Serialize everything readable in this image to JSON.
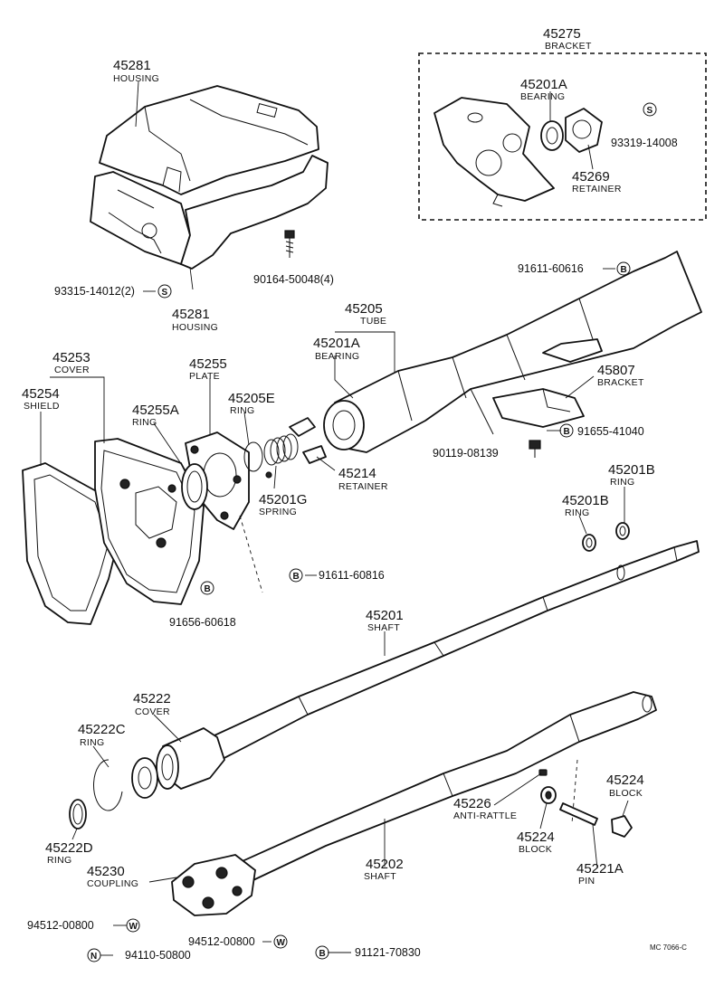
{
  "diagram_code": "MC 7066-C",
  "parts": [
    {
      "number": "45281",
      "name": "HOUSING"
    },
    {
      "number": "45281",
      "name": "HOUSING"
    },
    {
      "number": "45275",
      "name": "BRACKET"
    },
    {
      "number": "45201A",
      "name": "BEARING"
    },
    {
      "number": "45269",
      "name": "RETAINER"
    },
    {
      "number": "45205",
      "name": "TUBE"
    },
    {
      "number": "45201A",
      "name": "BEARING"
    },
    {
      "number": "45807",
      "name": "BRACKET"
    },
    {
      "number": "45253",
      "name": "COVER"
    },
    {
      "number": "45254",
      "name": "SHIELD"
    },
    {
      "number": "45255",
      "name": "PLATE"
    },
    {
      "number": "45255A",
      "name": "RING"
    },
    {
      "number": "45205E",
      "name": "RING"
    },
    {
      "number": "45214",
      "name": "RETAINER"
    },
    {
      "number": "45201G",
      "name": "SPRING"
    },
    {
      "number": "45201B",
      "name": "RING"
    },
    {
      "number": "45201B",
      "name": "RING"
    },
    {
      "number": "45201",
      "name": "SHAFT"
    },
    {
      "number": "45222",
      "name": "COVER"
    },
    {
      "number": "45222C",
      "name": "RING"
    },
    {
      "number": "45222D",
      "name": "RING"
    },
    {
      "number": "45224",
      "name": "BLOCK"
    },
    {
      "number": "45226",
      "name": "ANTI-RATTLE"
    },
    {
      "number": "45224",
      "name": "BLOCK"
    },
    {
      "number": "45221A",
      "name": "PIN"
    },
    {
      "number": "45202",
      "name": "SHAFT"
    },
    {
      "number": "45230",
      "name": "COUPLING"
    }
  ],
  "fasteners": [
    {
      "number": "93319-14008",
      "symbol": "S"
    },
    {
      "number": "90164-50048(4)",
      "symbol": ""
    },
    {
      "number": "93315-14012(2)",
      "symbol": "S"
    },
    {
      "number": "91611-60616",
      "symbol": "B"
    },
    {
      "number": "91655-41040",
      "symbol": "B"
    },
    {
      "number": "90119-08139",
      "symbol": ""
    },
    {
      "number": "91611-60816",
      "symbol": "B"
    },
    {
      "number": "91656-60618",
      "symbol": "B"
    },
    {
      "number": "94512-00800",
      "symbol": "W"
    },
    {
      "number": "94512-00800",
      "symbol": "W"
    },
    {
      "number": "94110-50800",
      "symbol": "N"
    },
    {
      "number": "91121-70830",
      "symbol": "B"
    }
  ]
}
